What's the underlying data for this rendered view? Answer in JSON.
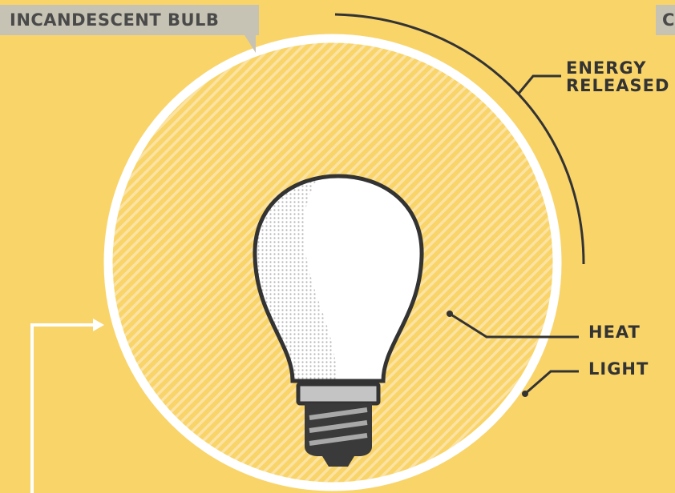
{
  "tags": {
    "main": "INCANDESCENT BULB",
    "next": "C"
  },
  "labels": {
    "energy_line1": "ENERGY",
    "energy_line2": "RELEASED",
    "heat": "HEAT",
    "light": "LIGHT"
  },
  "colors": {
    "background": "#f9d469",
    "tag": "#c7c3b4",
    "ink": "#333333",
    "bulb_glass": "#ffffff",
    "bulb_base": "#b9b9b9"
  },
  "icons": {
    "bulb": "incandescent-light-bulb-icon",
    "arrow": "arrow-right-icon"
  }
}
